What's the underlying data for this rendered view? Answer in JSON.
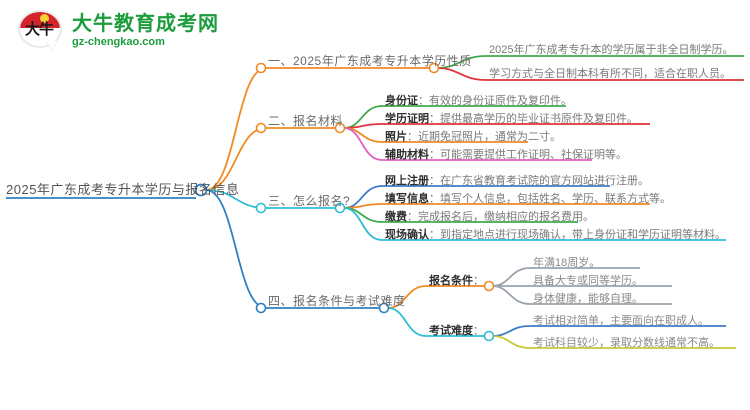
{
  "logo": {
    "mark_text": "大牛",
    "title": "大牛教育成考网",
    "url": "gz-chengkao.com",
    "brand_green": "#1c9c3c",
    "brand_red": "#d6222a"
  },
  "mindmap": {
    "root": {
      "label": "2025年广东成考专升本学历与报名信息",
      "color": "#2f7fc1"
    },
    "branches": [
      {
        "label": "一、2025年广东成考专升本学历性质",
        "color": "#f08a24",
        "children": [
          {
            "label": "2025年广东成考专升本的学历属于非全日制学历。",
            "color": "#3faa4a"
          },
          {
            "label": "学习方式与全日制本科有所不同，适合在职人员。",
            "color": "#e0333a"
          }
        ]
      },
      {
        "label": "二、报名材料",
        "color": "#f08a24",
        "children": [
          {
            "title": "身份证",
            "label": "：有效的身份证原件及复印件。",
            "color": "#3faa4a"
          },
          {
            "title": "学历证明",
            "label": "：提供最高学历的毕业证书原件及复印件。",
            "color": "#e0333a"
          },
          {
            "title": "照片",
            "label": "：近期免冠照片，通常为二寸。",
            "color": "#f08a24"
          },
          {
            "title": "辅助材料",
            "label": "：可能需要提供工作证明、社保证明等。",
            "color": "#e060c0"
          }
        ]
      },
      {
        "label": "三、怎么报名?",
        "color": "#2fbcd4",
        "children": [
          {
            "title": "网上注册",
            "label": "：在广东省教育考试院的官方网站进行注册。",
            "color": "#3d7cc9"
          },
          {
            "title": "填写信息",
            "label": "：填写个人信息，包括姓名、学历、联系方式等。",
            "color": "#f08a24"
          },
          {
            "title": "缴费",
            "label": "：完成报名后，缴纳相应的报名费用。",
            "color": "#3faa4a"
          },
          {
            "title": "现场确认",
            "label": "：到指定地点进行现场确认，带上身份证和学历证明等材料。",
            "color": "#2fbcd4"
          }
        ]
      },
      {
        "label": "四、报名条件与考试难度",
        "color": "#2f7fc1",
        "children": [
          {
            "title": "报名条件",
            "colon": "：",
            "color": "#f08a24",
            "leaves": [
              {
                "label": "年满18周岁。",
                "color": "#9aa3ad"
              },
              {
                "label": "具备大专或同等学历。",
                "color": "#9aa3ad"
              },
              {
                "label": "身体健康，能够自理。",
                "color": "#9aa3ad"
              }
            ]
          },
          {
            "title": "考试难度",
            "colon": "：",
            "color": "#2fbcd4",
            "leaves": [
              {
                "label": "考试相对简单，主要面向在职成人。",
                "color": "#3d7cc9"
              },
              {
                "label": "考试科目较少，录取分数线通常不高。",
                "color": "#c8c832"
              }
            ]
          }
        ]
      }
    ]
  }
}
